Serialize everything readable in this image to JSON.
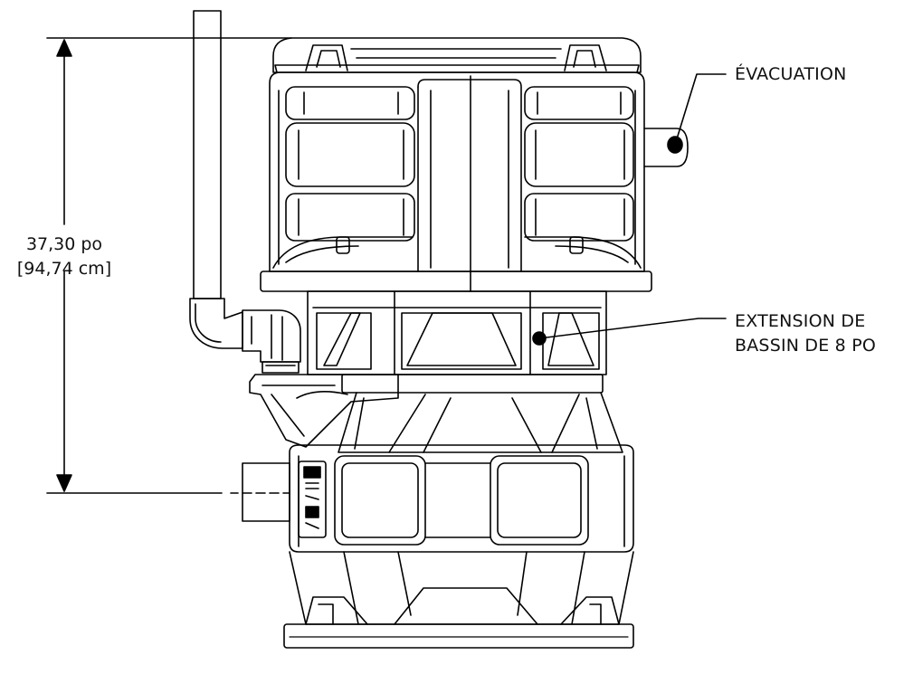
{
  "dimension": {
    "imperial": "37,30 po",
    "metric": "[94,74 cm]"
  },
  "callouts": {
    "discharge": "ÉVACUATION",
    "extension_line1": "EXTENSION DE",
    "extension_line2": "BASSIN DE 8 PO"
  },
  "colors": {
    "line": "#000000",
    "background": "#ffffff"
  }
}
